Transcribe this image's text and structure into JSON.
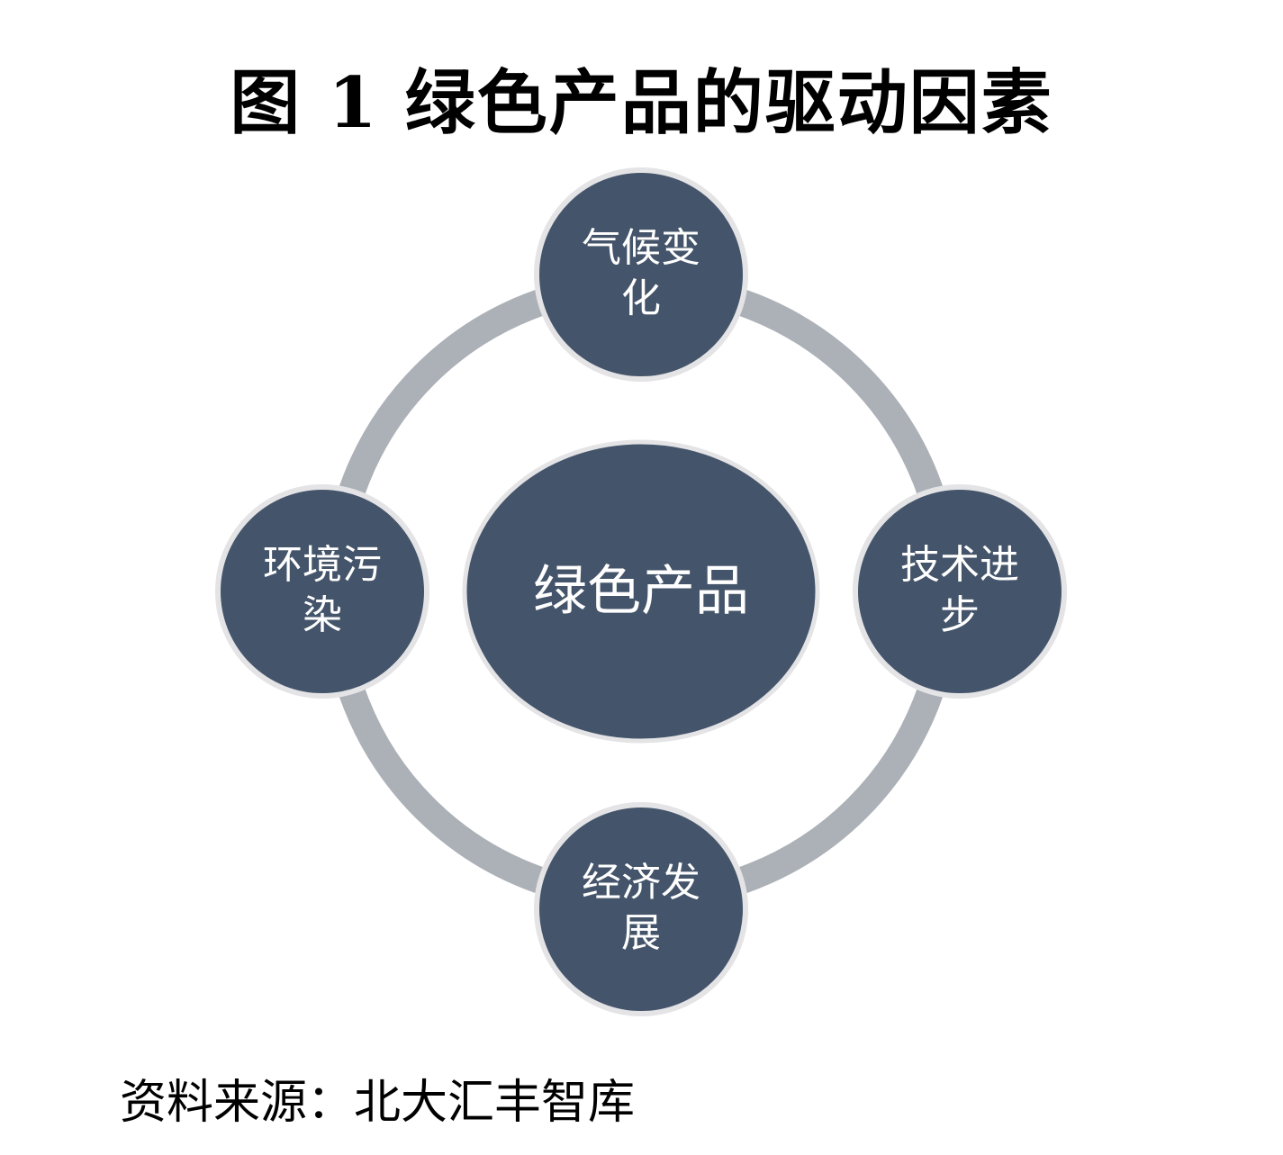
{
  "title": "图 1  绿色产品的驱动因素",
  "center": "绿色产品",
  "nodes": {
    "top": {
      "line1": "气候变",
      "line2": "化"
    },
    "right": {
      "line1": "技术进",
      "line2": "步"
    },
    "bottom": {
      "line1": "经济发",
      "line2": "展"
    },
    "left": {
      "line1": "环境污",
      "line2": "染"
    }
  },
  "source": "资料来源：北大汇丰智库",
  "colors": {
    "node_fill": "#44546A",
    "ring": "#ACB0B7",
    "node_border": "#E4E4E6"
  }
}
